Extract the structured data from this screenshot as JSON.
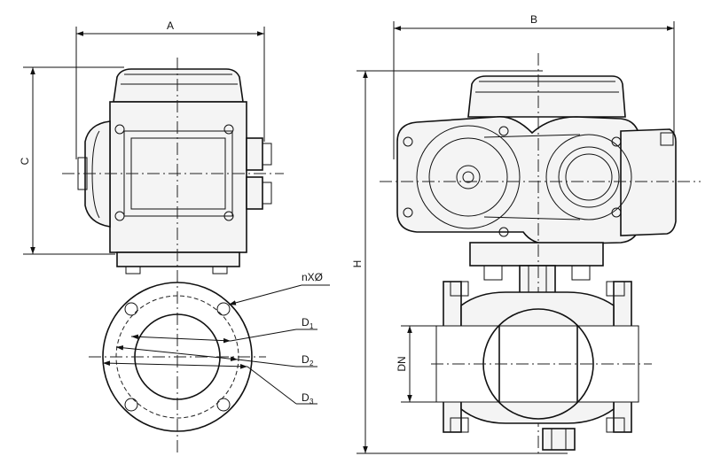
{
  "labels": {
    "A": "A",
    "B": "B",
    "C": "C",
    "H": "H",
    "DN": "DN",
    "bolts": "nXØ",
    "D1": "D",
    "D1_sub": "1",
    "D2": "D",
    "D2_sub": "2",
    "D3": "D",
    "D3_sub": "3"
  }
}
